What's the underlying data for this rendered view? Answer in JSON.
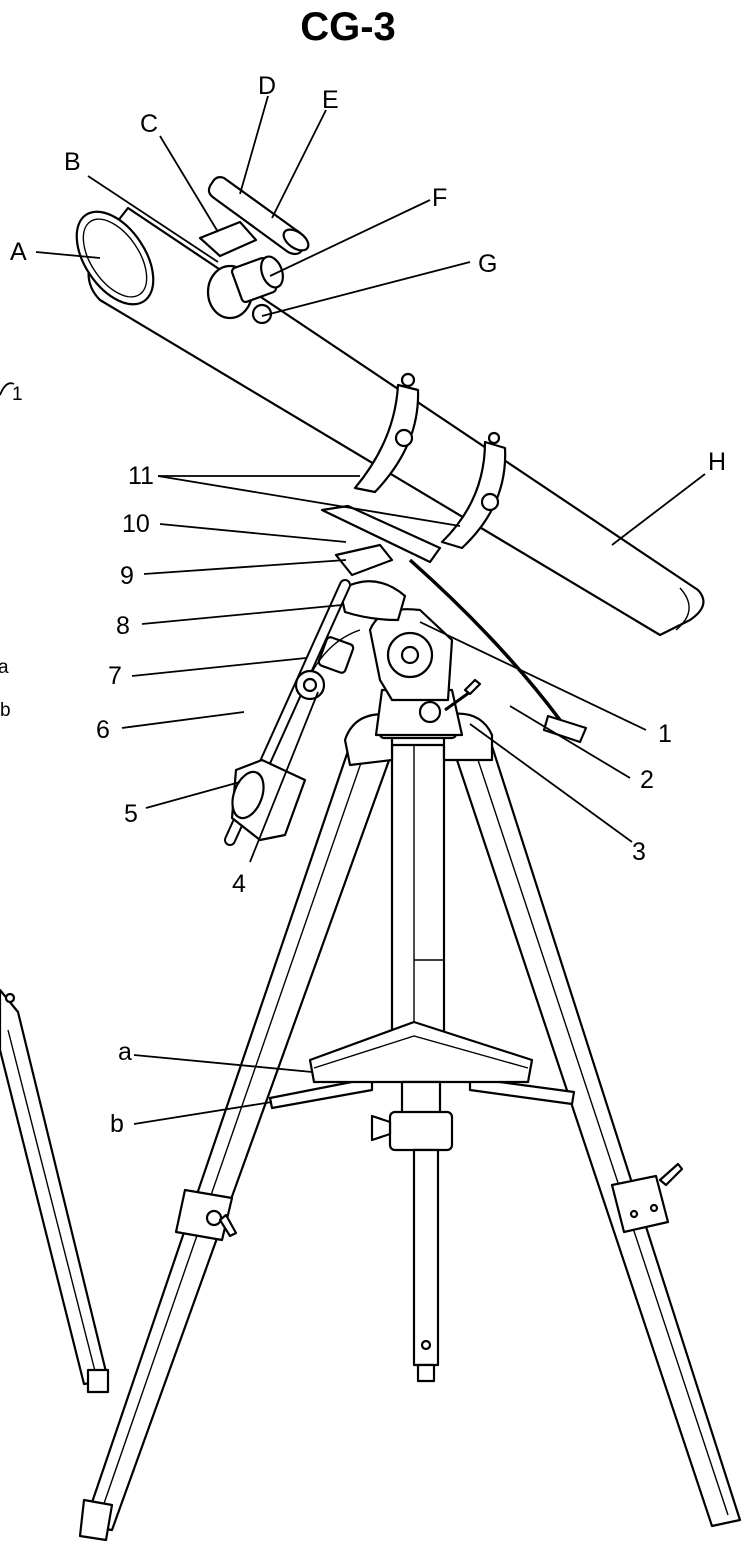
{
  "title": "CG-3",
  "labels": {
    "A": "A",
    "B": "B",
    "C": "C",
    "D": "D",
    "E": "E",
    "F": "F",
    "G": "G",
    "H": "H",
    "n1": "1",
    "n2": "2",
    "n3": "3",
    "n4": "4",
    "n5": "5",
    "n6": "6",
    "n7": "7",
    "n8": "8",
    "n9": "9",
    "n10": "10",
    "n11": "11",
    "a": "a",
    "b": "b"
  },
  "edge_fragments": {
    "left_1": "1",
    "left_a": "a",
    "left_b": "b"
  }
}
